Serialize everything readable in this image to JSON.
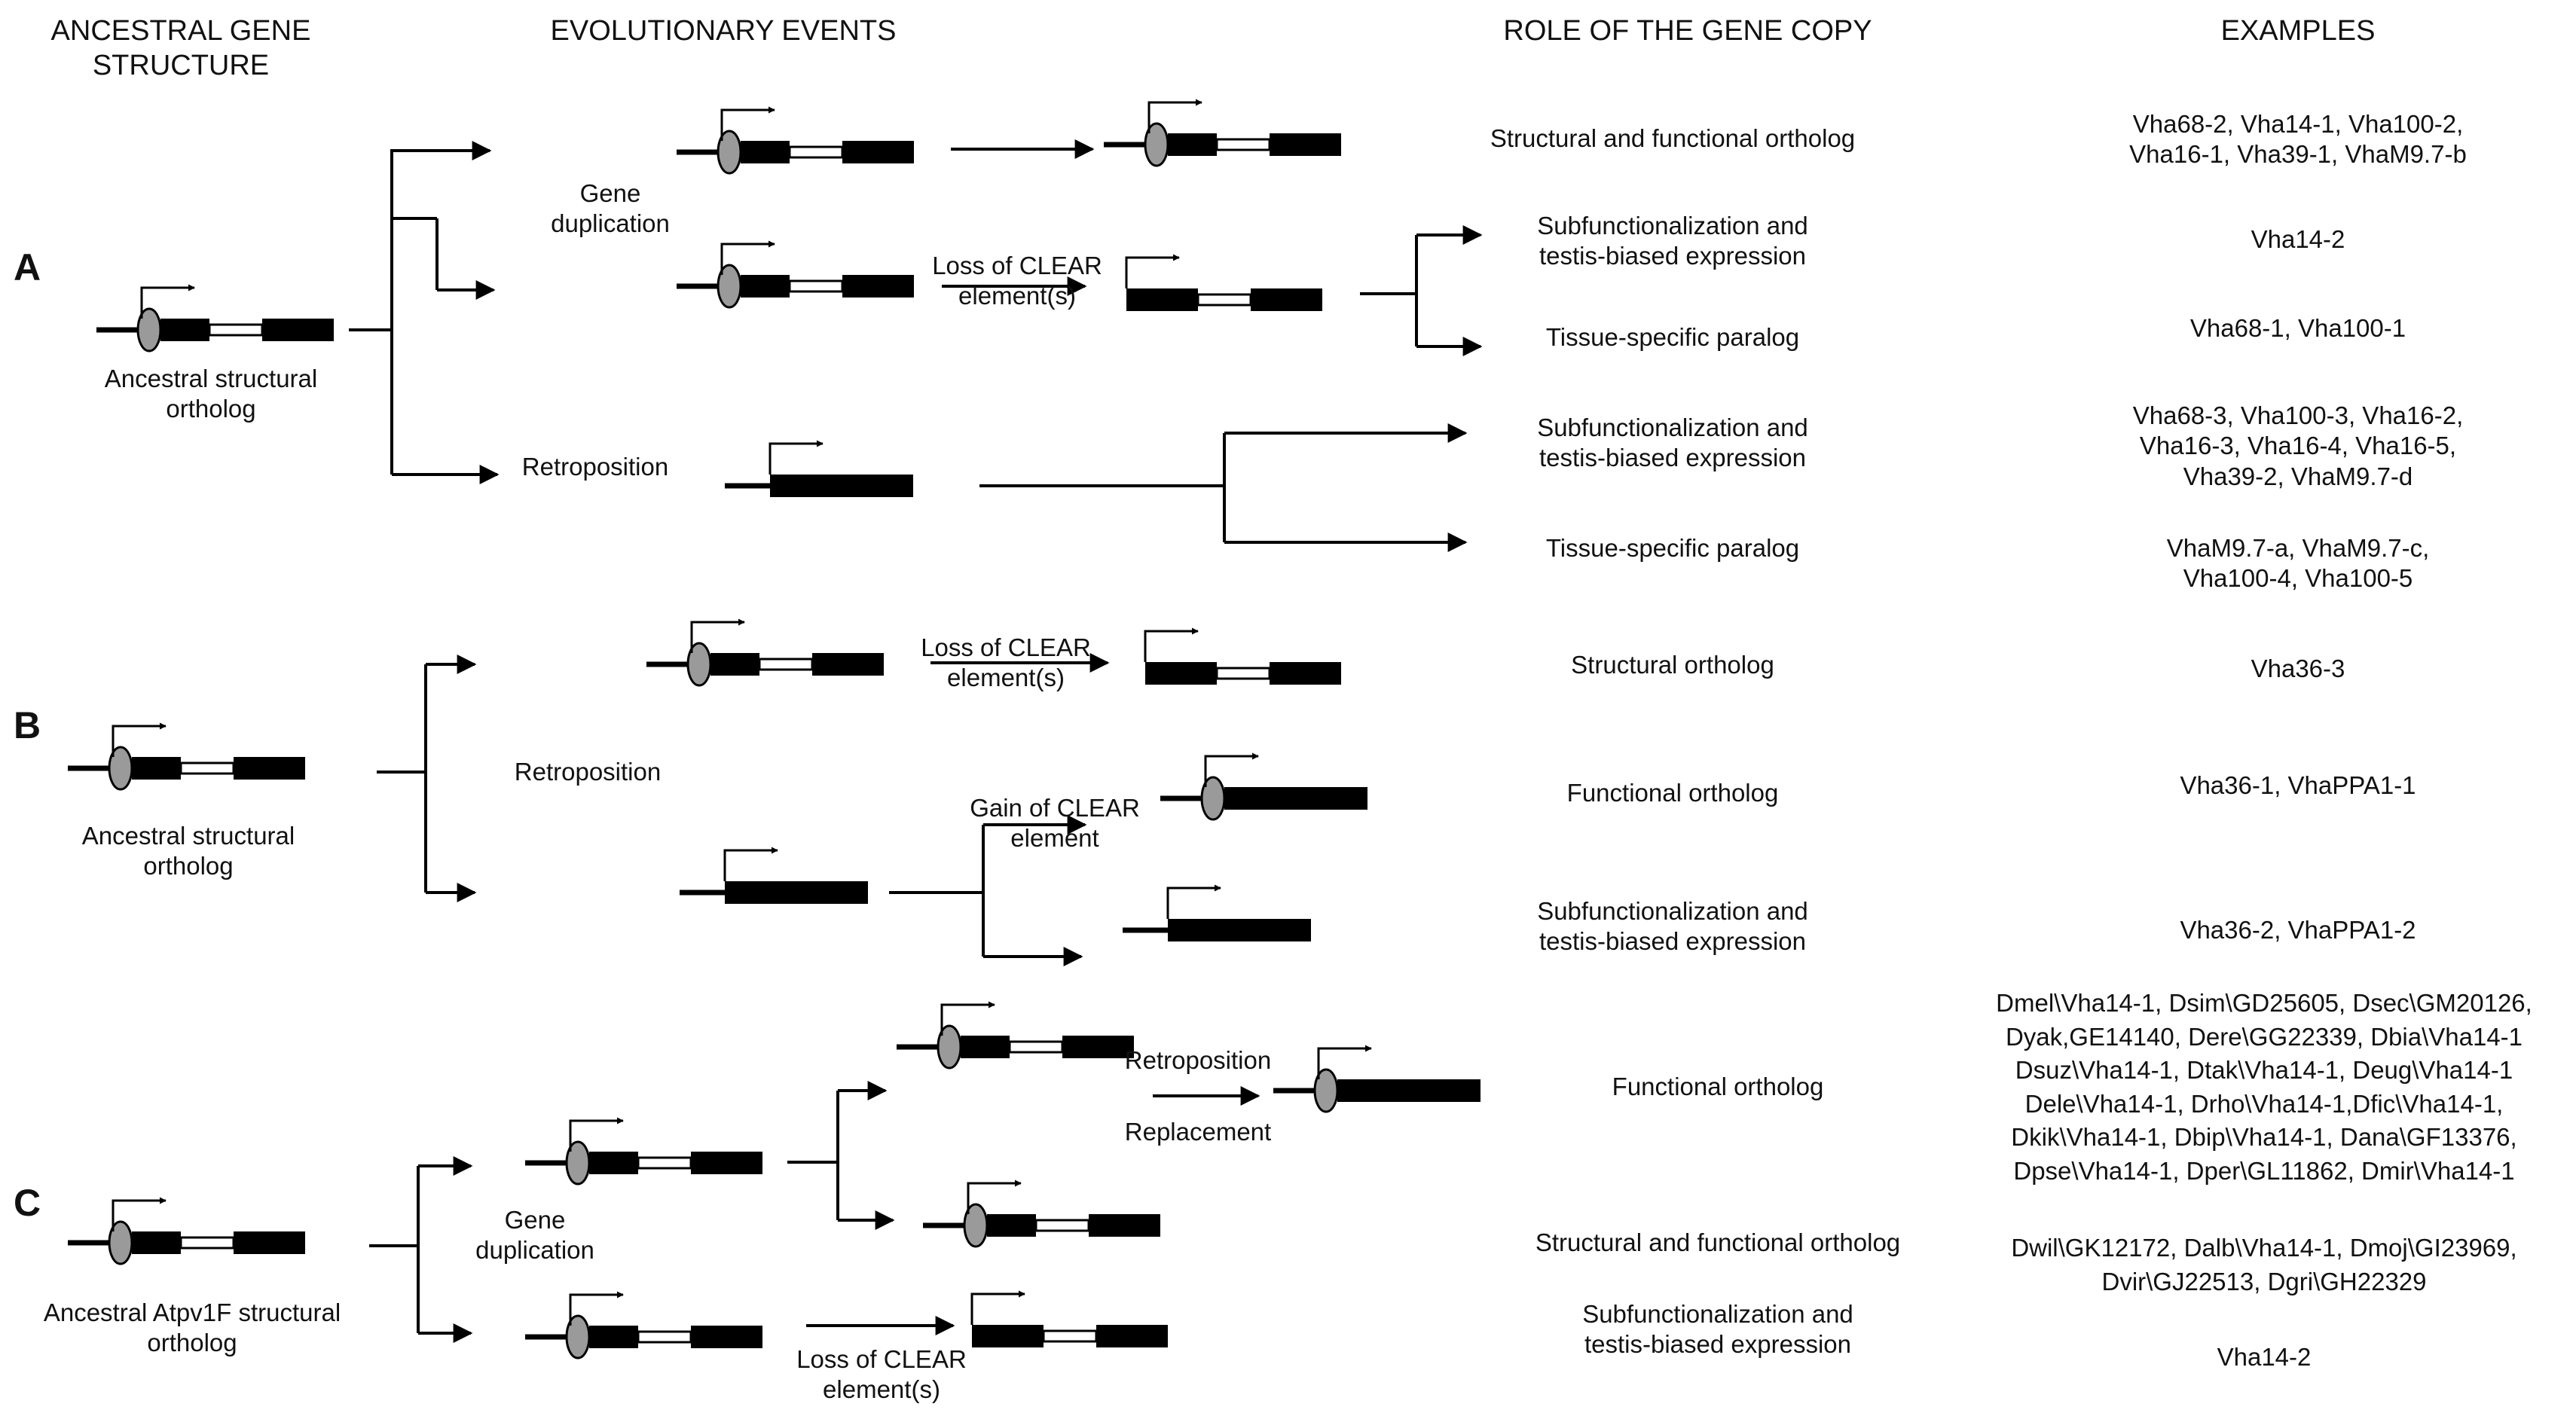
{
  "headers": {
    "ancestral_line1": "ANCESTRAL GENE",
    "ancestral_line2": "STRUCTURE",
    "events": "EVOLUTIONARY EVENTS",
    "role": "ROLE OF THE GENE COPY",
    "examples": "EXAMPLES"
  },
  "rows": {
    "a": "A",
    "b": "B",
    "c": "C"
  },
  "ancestral": {
    "a_line1": "Ancestral structural",
    "a_line2": "ortholog",
    "b_line1": "Ancestral structural",
    "b_line2": "ortholog",
    "c_line1": "Ancestral Atpv1F structural",
    "c_line2": "ortholog"
  },
  "events": {
    "a_gene_dup_1": "Gene",
    "a_gene_dup_2": "duplication",
    "a_loss_1": "Loss of CLEAR",
    "a_loss_2": "element(s)",
    "a_retro": "Retroposition",
    "b_retro": "Retroposition",
    "b_loss_1": "Loss of CLEAR",
    "b_loss_2": "element(s)",
    "b_gain_1": "Gain of CLEAR",
    "b_gain_2": "element",
    "c_retro": "Retroposition",
    "c_replace": "Replacement",
    "c_gene_dup_1": "Gene",
    "c_gene_dup_2": "duplication",
    "c_loss_1": "Loss of CLEAR",
    "c_loss_2": "element(s)"
  },
  "roles": {
    "a1": "Structural and functional ortholog",
    "a2_1": "Subfunctionalization and",
    "a2_2": "testis-biased expression",
    "a3": "Tissue-specific paralog",
    "a4_1": "Subfunctionalization and",
    "a4_2": "testis-biased expression",
    "a5": "Tissue-specific paralog",
    "b1": "Structural ortholog",
    "b2": "Functional ortholog",
    "b3_1": "Subfunctionalization and",
    "b3_2": "testis-biased expression",
    "c1": "Functional ortholog",
    "c2": "Structural and functional ortholog",
    "c3_1": "Subfunctionalization and",
    "c3_2": "testis-biased expression"
  },
  "examples": {
    "a1_1": "Vha68-2, Vha14-1, Vha100-2,",
    "a1_2": "Vha16-1, Vha39-1, VhaM9.7-b",
    "a2": "Vha14-2",
    "a3": "Vha68-1, Vha100-1",
    "a4_1": "Vha68-3, Vha100-3,  Vha16-2,",
    "a4_2": "Vha16-3, Vha16-4, Vha16-5,",
    "a4_3": "Vha39-2, VhaM9.7-d",
    "a5_1": "VhaM9.7-a, VhaM9.7-c,",
    "a5_2": "Vha100-4, Vha100-5",
    "b1": "Vha36-3",
    "b2": "Vha36-1, VhaPPA1-1",
    "b3": "Vha36-2, VhaPPA1-2",
    "c1_1": "Dmel\\Vha14-1, Dsim\\GD25605, Dsec\\GM20126,",
    "c1_2": "Dyak,GE14140, Dere\\GG22339, Dbia\\Vha14-1",
    "c1_3": "Dsuz\\Vha14-1, Dtak\\Vha14-1, Deug\\Vha14-1",
    "c1_4": "Dele\\Vha14-1, Drho\\Vha14-1,Dfic\\Vha14-1,",
    "c1_5": "Dkik\\Vha14-1, Dbip\\Vha14-1, Dana\\GF13376,",
    "c1_6": "Dpse\\Vha14-1, Dper\\GL11862, Dmir\\Vha14-1",
    "c2_1": "Dwil\\GK12172, Dalb\\Vha14-1, Dmoj\\GI23969,",
    "c2_2": "Dvir\\GJ22513, Dgri\\GH22329",
    "c3": "Vha14-2"
  },
  "colors": {
    "ink": "#000000",
    "clear_element": "#9a9a9a"
  }
}
